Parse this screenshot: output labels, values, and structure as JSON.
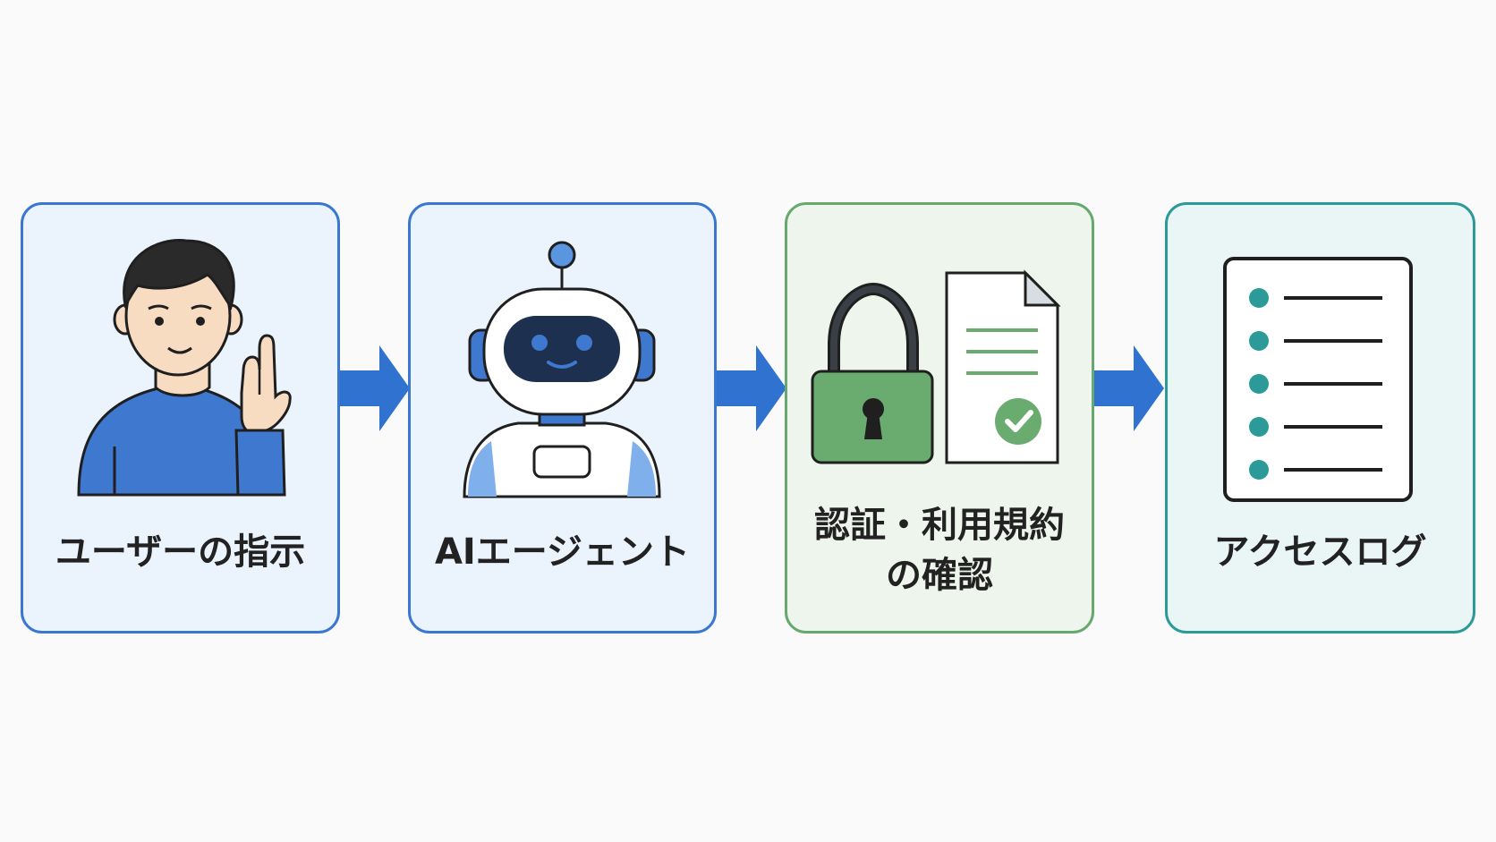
{
  "colors": {
    "background": "#fafafa",
    "blue_border": "#3a78d0",
    "blue_fill": "#ebf3fd",
    "green_border": "#66a86e",
    "green_fill": "#eef5ec",
    "teal_border": "#2b9a98",
    "teal_fill": "#eaf5f5",
    "arrow": "#2f72d0"
  },
  "steps": [
    {
      "label": "ユーザーの指示",
      "icon": "person-pointing-up-icon"
    },
    {
      "label": "AIエージェント",
      "icon": "robot-icon"
    },
    {
      "label_lines": [
        "認証・利用規約",
        "の確認"
      ],
      "icon": "lock-and-document-check-icon"
    },
    {
      "label": "アクセスログ",
      "icon": "log-list-icon"
    }
  ],
  "connectors": [
    {
      "icon": "arrow-right-icon"
    },
    {
      "icon": "arrow-right-icon"
    },
    {
      "icon": "arrow-right-icon"
    }
  ]
}
